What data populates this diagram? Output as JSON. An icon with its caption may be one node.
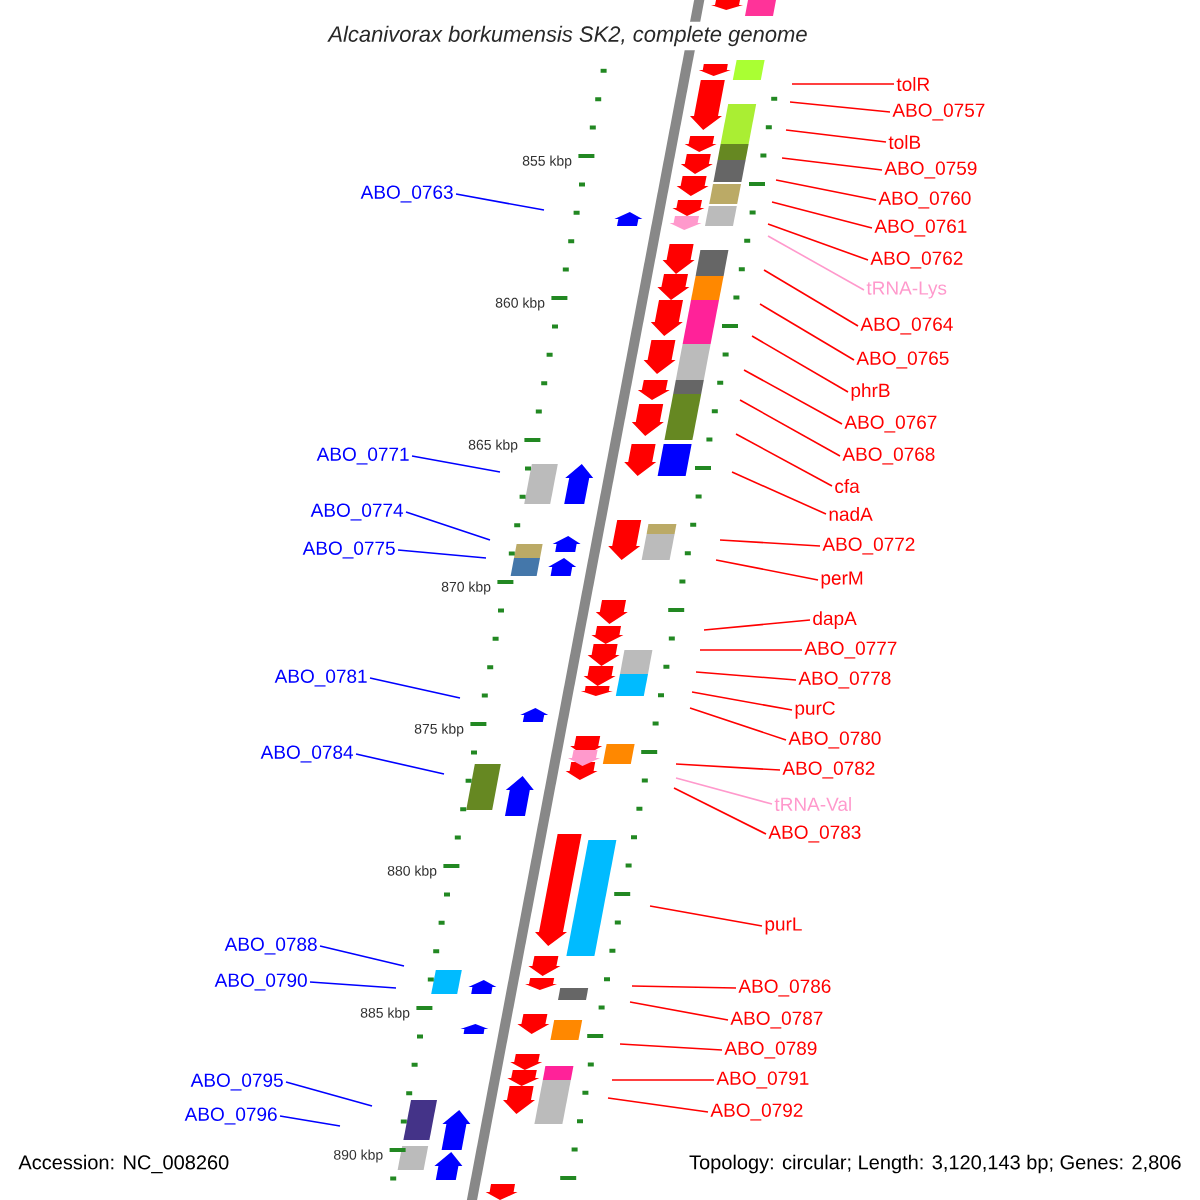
{
  "diagram": {
    "title": "Alcanivorax borkumensis SK2, complete genome",
    "nodes": [
      {
        "text": [
          "tolR"
        ]
      },
      {
        "text": [
          "ABO_0757"
        ]
      },
      {
        "text": [
          "tolB"
        ]
      },
      {
        "text": [
          "ABO_0759"
        ]
      },
      {
        "text": [
          "ABO_0760"
        ]
      },
      {
        "text": [
          "ABO_0761"
        ]
      },
      {
        "text": [
          "ABO_0762"
        ]
      },
      {
        "text": [
          "tRNA-Lys"
        ]
      },
      {
        "text": [
          "ABO_0764"
        ]
      },
      {
        "text": [
          "ABO_0765"
        ]
      },
      {
        "text": [
          "phrB"
        ]
      },
      {
        "text": [
          "ABO_0767"
        ]
      },
      {
        "text": [
          "ABO_0768"
        ]
      },
      {
        "text": [
          "cfa"
        ]
      },
      {
        "text": [
          "nadA"
        ]
      },
      {
        "text": [
          "ABO_0772"
        ]
      },
      {
        "text": [
          "perM"
        ]
      },
      {
        "text": [
          "dapA"
        ]
      },
      {
        "text": [
          "ABO_0777"
        ]
      },
      {
        "text": [
          "ABO_0778"
        ]
      },
      {
        "text": [
          "purC"
        ]
      },
      {
        "text": [
          "ABO_0780"
        ]
      },
      {
        "text": [
          "ABO_0782"
        ]
      },
      {
        "text": [
          "tRNA-Val"
        ]
      },
      {
        "text": [
          "ABO_0783"
        ]
      },
      {
        "text": [
          "purL"
        ]
      },
      {
        "text": [
          "ABO_0786"
        ]
      },
      {
        "text": [
          "ABO_0787"
        ]
      },
      {
        "text": [
          "ABO_0789"
        ]
      },
      {
        "text": [
          "ABO_0791"
        ]
      },
      {
        "text": [
          "ABO_0792"
        ]
      },
      {
        "text": [
          "ABO_0763"
        ]
      },
      {
        "text": [
          "ABO_0771"
        ]
      },
      {
        "text": [
          "ABO_0774"
        ]
      },
      {
        "text": [
          "ABO_0775"
        ]
      },
      {
        "text": [
          "ABO_0781"
        ]
      },
      {
        "text": [
          "ABO_0784"
        ]
      },
      {
        "text": [
          "ABO_0788"
        ]
      },
      {
        "text": [
          "ABO_0790"
        ]
      },
      {
        "text": [
          "ABO_0795"
        ]
      },
      {
        "text": [
          "ABO_0796"
        ]
      }
    ],
    "edges": [
      {
        "from": 0,
        "to": null,
        "arrow": "none"
      },
      {
        "from": 1,
        "to": null,
        "arrow": "none"
      },
      {
        "from": 2,
        "to": null,
        "arrow": "none"
      },
      {
        "from": 3,
        "to": null,
        "arrow": "none"
      },
      {
        "from": 4,
        "to": null,
        "arrow": "none"
      },
      {
        "from": 5,
        "to": null,
        "arrow": "none"
      },
      {
        "from": 6,
        "to": null,
        "arrow": "none"
      },
      {
        "from": 7,
        "to": null,
        "arrow": "none",
        "color": "#ff99cc"
      },
      {
        "from": 8,
        "to": null,
        "arrow": "none"
      },
      {
        "from": 9,
        "to": null,
        "arrow": "none"
      },
      {
        "from": 10,
        "to": null,
        "arrow": "none"
      },
      {
        "from": 11,
        "to": null,
        "arrow": "none"
      },
      {
        "from": 12,
        "to": null,
        "arrow": "none"
      },
      {
        "from": 13,
        "to": null,
        "arrow": "none"
      },
      {
        "from": 14,
        "to": null,
        "arrow": "none"
      },
      {
        "from": 15,
        "to": null,
        "arrow": "none"
      },
      {
        "from": 16,
        "to": null,
        "arrow": "none"
      },
      {
        "from": 17,
        "to": null,
        "arrow": "none"
      },
      {
        "from": 18,
        "to": null,
        "arrow": "none"
      },
      {
        "from": 19,
        "to": null,
        "arrow": "none"
      },
      {
        "from": 20,
        "to": null,
        "arrow": "none"
      },
      {
        "from": 21,
        "to": null,
        "arrow": "none"
      },
      {
        "from": 22,
        "to": null,
        "arrow": "none"
      },
      {
        "from": 23,
        "to": null,
        "arrow": "none",
        "color": "#ff99cc"
      },
      {
        "from": 24,
        "to": null,
        "arrow": "none"
      },
      {
        "from": 25,
        "to": null,
        "arrow": "none"
      },
      {
        "from": 26,
        "to": null,
        "arrow": "none"
      },
      {
        "from": 27,
        "to": null,
        "arrow": "none"
      },
      {
        "from": 28,
        "to": null,
        "arrow": "none"
      },
      {
        "from": 29,
        "to": null,
        "arrow": "none"
      },
      {
        "from": 30,
        "to": null,
        "arrow": "none"
      },
      {
        "from": 31,
        "to": null,
        "arrow": "none",
        "color": "#0000ff"
      },
      {
        "from": 32,
        "to": null,
        "arrow": "none",
        "color": "#0000ff"
      },
      {
        "from": 33,
        "to": null,
        "arrow": "none",
        "color": "#0000ff"
      },
      {
        "from": 34,
        "to": null,
        "arrow": "none",
        "color": "#0000ff"
      },
      {
        "from": 35,
        "to": null,
        "arrow": "none",
        "color": "#0000ff"
      },
      {
        "from": 36,
        "to": null,
        "arrow": "none",
        "color": "#0000ff"
      },
      {
        "from": 37,
        "to": null,
        "arrow": "none",
        "color": "#0000ff"
      },
      {
        "from": 38,
        "to": null,
        "arrow": "none",
        "color": "#0000ff"
      },
      {
        "from": 39,
        "to": null,
        "arrow": "none",
        "color": "#0000ff"
      },
      {
        "from": 40,
        "to": null,
        "arrow": "none",
        "color": "#0000ff"
      }
    ],
    "labels": [
      "855 kbp",
      "860 kbp",
      "865 kbp",
      "870 kbp",
      "875 kbp",
      "880 kbp",
      "885 kbp",
      "890 kbp",
      "Accession: NC_008260",
      "Topology: circular; Length: 3,120,143 bp; Genes: 2,806"
    ]
  }
}
